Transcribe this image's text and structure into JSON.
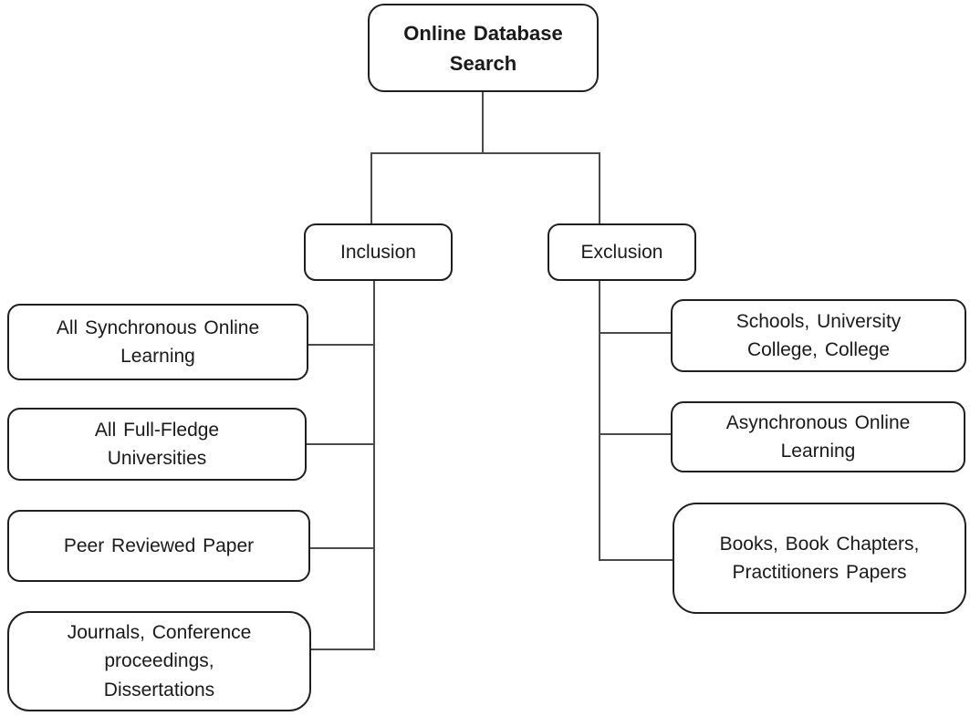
{
  "colors": {
    "bg": "#ffffff",
    "box-border": "#1f1f1f",
    "line": "#4a4a4a",
    "text": "#1a1a1a"
  },
  "diagram": {
    "type": "flowchart",
    "root": {
      "label": "Online Database\nSearch"
    },
    "branches": [
      {
        "label": "Inclusion",
        "children": [
          {
            "label": "All Synchronous Online\nLearning"
          },
          {
            "label": "All Full-Fledge\nUniversities"
          },
          {
            "label": "Peer Reviewed Paper"
          },
          {
            "label": "Journals, Conference\nproceedings,\nDissertations"
          }
        ]
      },
      {
        "label": "Exclusion",
        "children": [
          {
            "label": "Schools, University\nCollege, College"
          },
          {
            "label": "Asynchronous Online\nLearning"
          },
          {
            "label": "Books, Book Chapters,\nPractitioners Papers"
          }
        ]
      }
    ]
  }
}
